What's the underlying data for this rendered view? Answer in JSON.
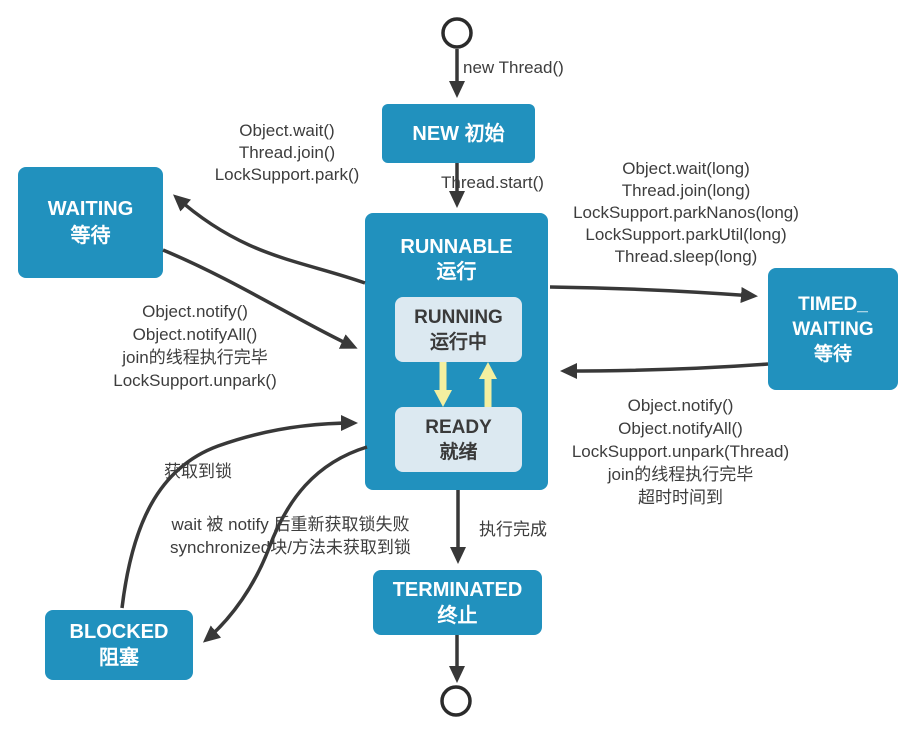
{
  "diagram": {
    "type": "state-diagram",
    "subject": "Java thread lifecycle states",
    "nodes": {
      "new": {
        "label": "NEW 初始"
      },
      "runnable": {
        "label": "RUNNABLE\n运行"
      },
      "running": {
        "label": "RUNNING\n运行中"
      },
      "ready": {
        "label": "READY\n就绪"
      },
      "waiting": {
        "label": "WAITING\n等待"
      },
      "timed_waiting": {
        "label": "TIMED_\nWAITING\n等待"
      },
      "blocked": {
        "label": "BLOCKED\n阻塞"
      },
      "terminated": {
        "label": "TERMINATED\n终止"
      }
    },
    "edges": {
      "start_to_new": {
        "label": "new Thread()"
      },
      "new_to_runnable": {
        "label": "Thread.start()"
      },
      "runnable_to_waiting": {
        "label": "Object.wait()\nThread.join()\nLockSupport.park()"
      },
      "waiting_to_runnable": {
        "label": "Object.notify()\nObject.notifyAll()\njoin的线程执行完毕\nLockSupport.unpark()"
      },
      "runnable_to_timed_waiting": {
        "label": "Object.wait(long)\nThread.join(long)\nLockSupport.parkNanos(long)\nLockSupport.parkUtil(long)\nThread.sleep(long)"
      },
      "timed_waiting_to_runnable": {
        "label": "Object.notify()\nObject.notifyAll()\nLockSupport.unpark(Thread)\njoin的线程执行完毕\n超时时间到"
      },
      "blocked_to_runnable": {
        "label": "获取到锁"
      },
      "runnable_to_blocked": {
        "label": "wait 被 notify 后重新获取锁失败\nsynchronized块/方法未获取到锁"
      },
      "runnable_to_terminated": {
        "label": "执行完成"
      }
    },
    "colors": {
      "node_fill": "#2191BE",
      "inner_node_fill": "#DCE9F1",
      "node_text": "#FFFFFF",
      "inner_node_text": "#3A3A3A",
      "arrow": "#383838",
      "yellow_arrow": "#F3EFA0",
      "label_text": "#3D3D3D",
      "background": "#FFFFFF"
    }
  }
}
